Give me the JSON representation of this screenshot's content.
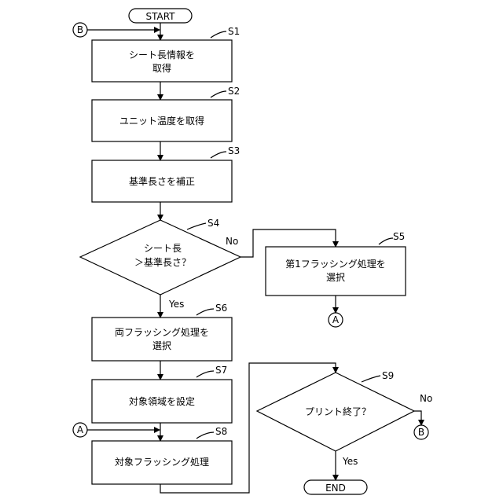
{
  "terminals": {
    "start": "START",
    "end": "END"
  },
  "connectors": {
    "a": "A",
    "b": "B"
  },
  "steps": {
    "s1": {
      "label": "S1",
      "line1": "シート長情報を",
      "line2": "取得"
    },
    "s2": {
      "label": "S2",
      "line1": "ユニット温度を取得"
    },
    "s3": {
      "label": "S3",
      "line1": "基準長さを補正"
    },
    "s4": {
      "label": "S4",
      "line1": "シート長",
      "line2": "＞基準長さ？",
      "no": "No",
      "yes": "Yes"
    },
    "s5": {
      "label": "S5",
      "line1": "第1フラッシング処理を",
      "line2": "選択"
    },
    "s6": {
      "label": "S6",
      "line1": "両フラッシング処理を",
      "line2": "選択"
    },
    "s7": {
      "label": "S7",
      "line1": "対象領域を設定"
    },
    "s8": {
      "label": "S8",
      "line1": "対象フラッシング処理"
    },
    "s9": {
      "label": "S9",
      "line1": "プリント終了？",
      "no": "No",
      "yes": "Yes"
    }
  }
}
